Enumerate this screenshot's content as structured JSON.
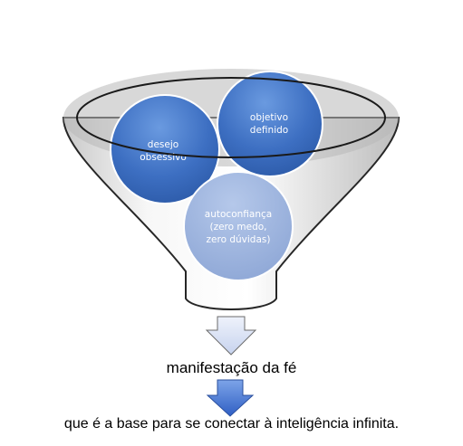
{
  "funnel": {
    "items": [
      {
        "label_line1": "desejo",
        "label_line2": "obsessivo",
        "label_line3": ""
      },
      {
        "label_line1": "objetivo",
        "label_line2": "definido",
        "label_line3": ""
      },
      {
        "label_line1": "autoconfiança",
        "label_line2": "(zero medo,",
        "label_line3": "zero dúvidas)"
      }
    ]
  },
  "result_text": "manifestação da fé",
  "conclusion_text": "que é a base para se conectar à inteligência infinita."
}
